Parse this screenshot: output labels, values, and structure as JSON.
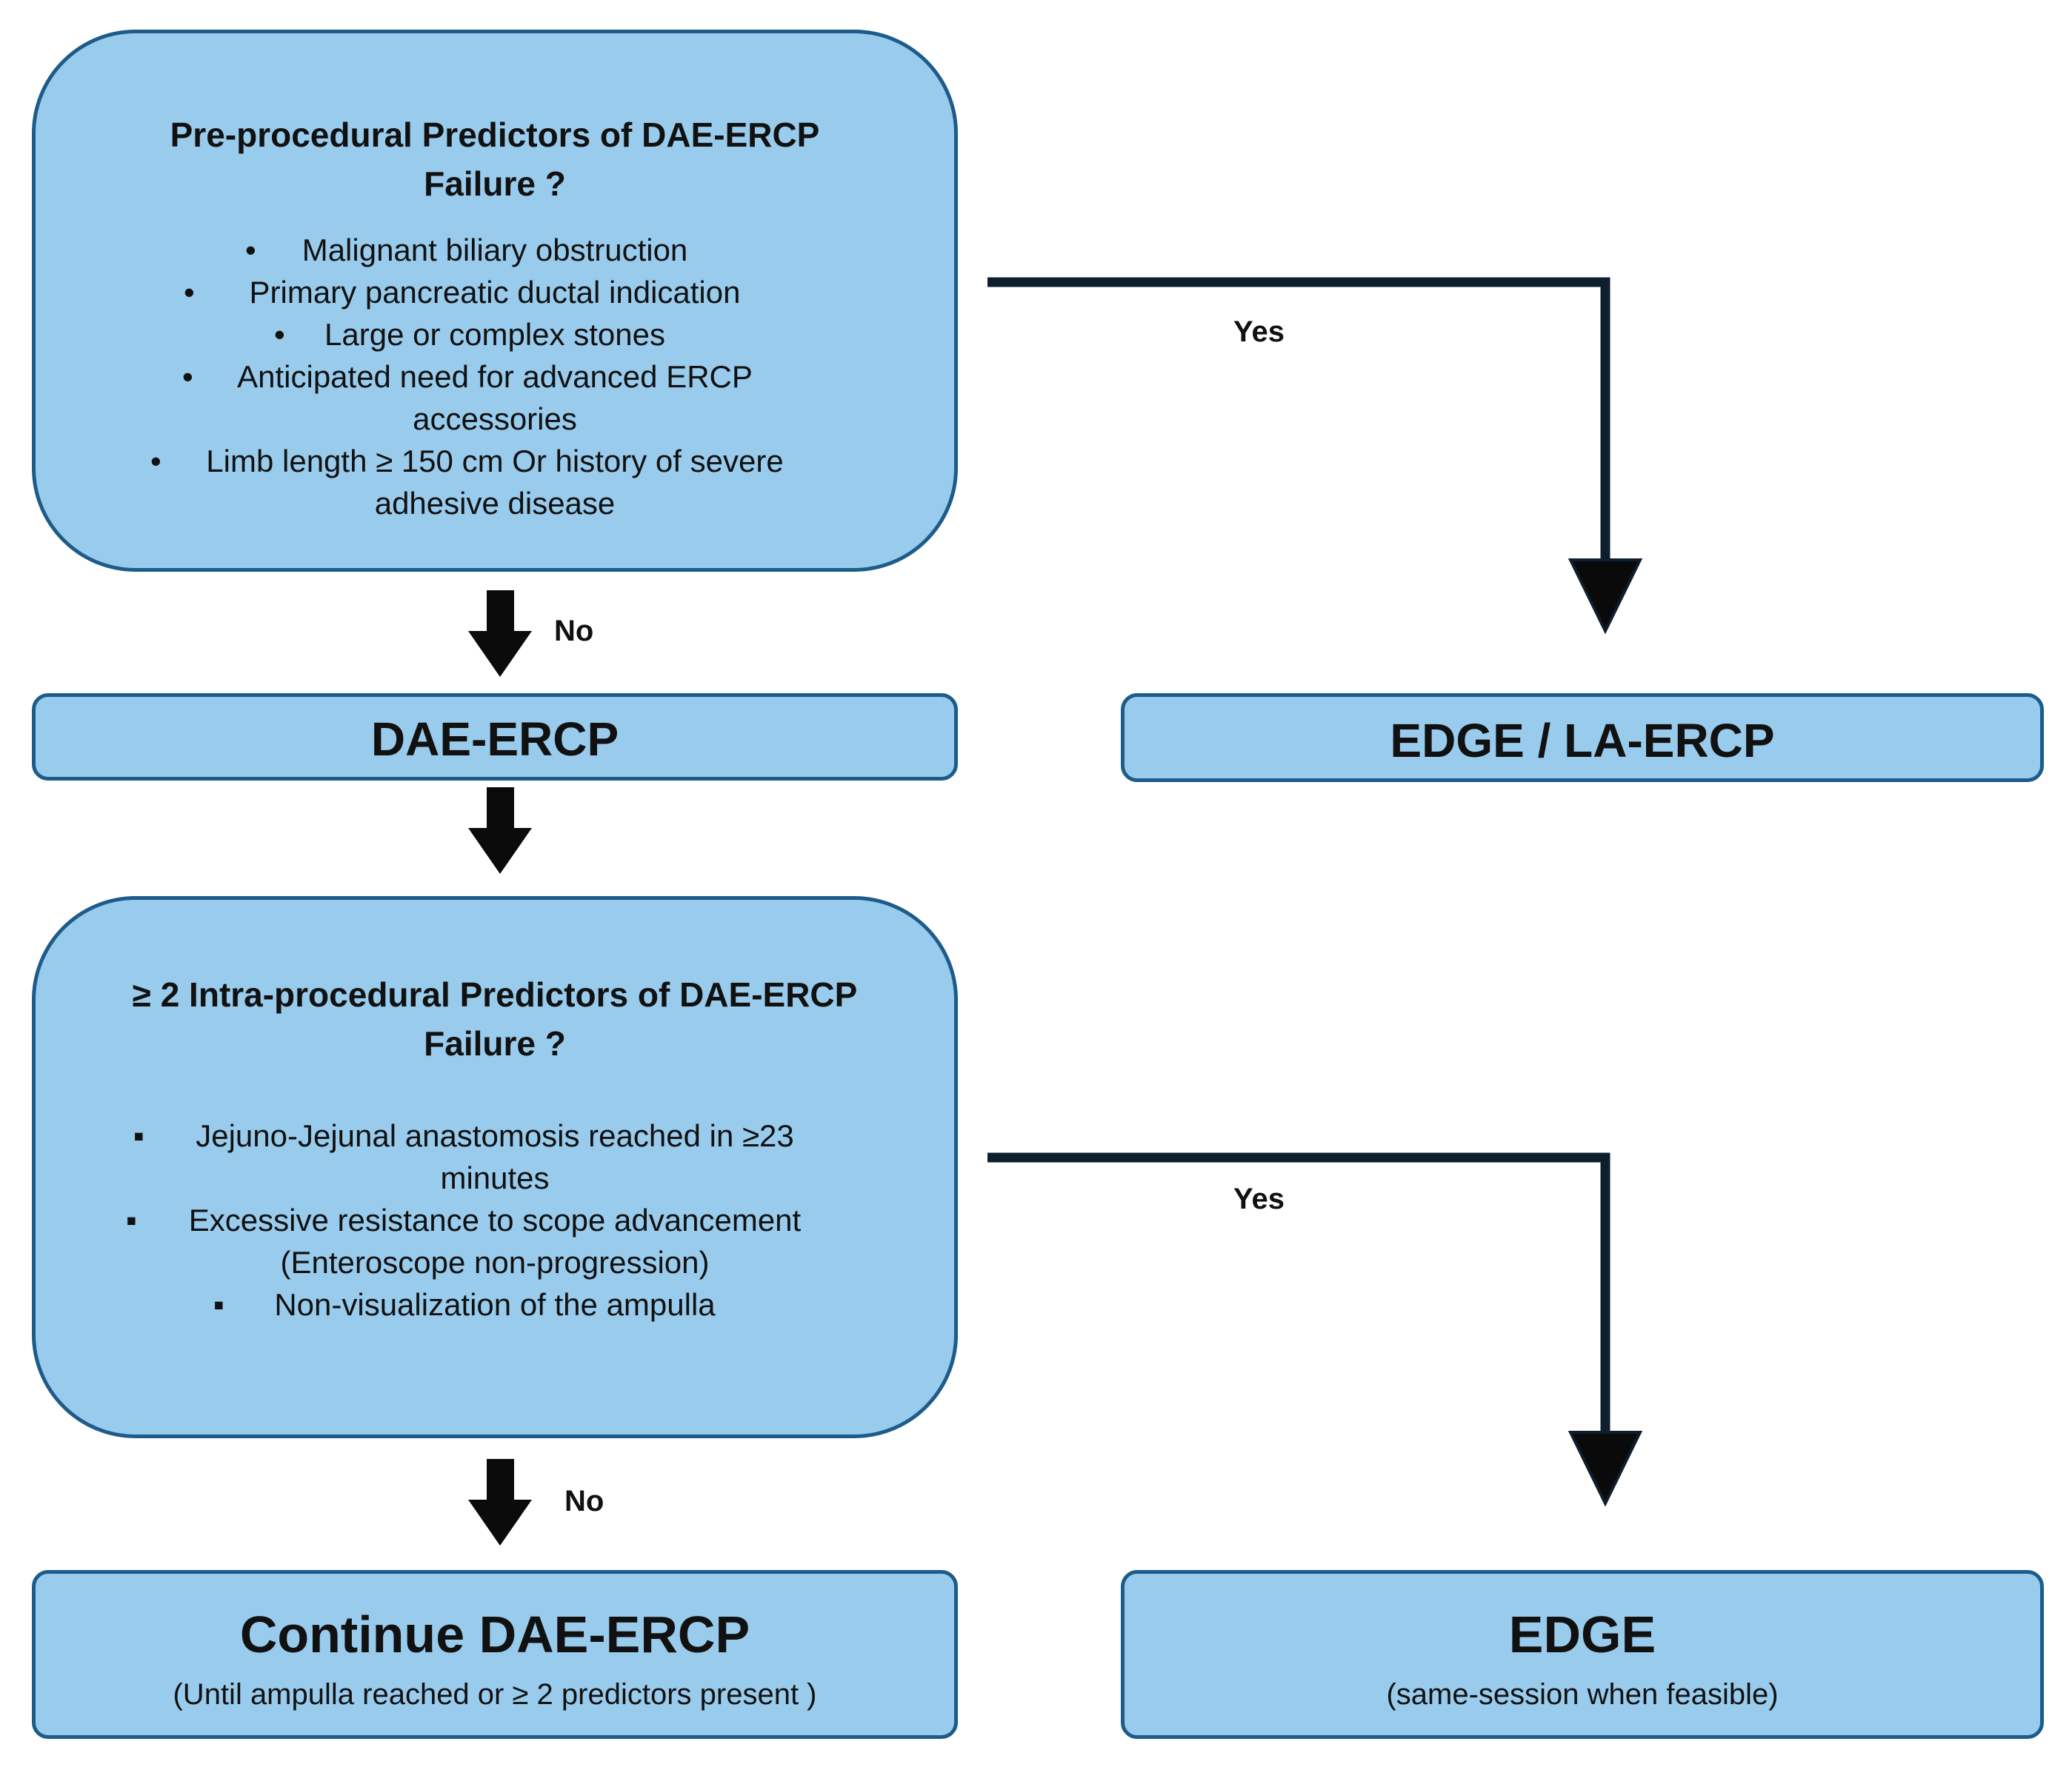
{
  "pre_box": {
    "title_line1": "Pre-procedural Predictors of DAE-ERCP",
    "title_line2": "Failure ?",
    "items": [
      {
        "lines": [
          "Malignant biliary obstruction"
        ]
      },
      {
        "lines": [
          "Primary pancreatic ductal indication"
        ]
      },
      {
        "lines": [
          "Large or complex stones"
        ]
      },
      {
        "lines": [
          "Anticipated need for advanced ERCP",
          "accessories"
        ]
      },
      {
        "lines": [
          "Limb length ≥ 150 cm Or history of severe",
          "adhesive disease"
        ]
      }
    ]
  },
  "dae_box": {
    "label": "DAE-ERCP"
  },
  "edge_la_box": {
    "label": "EDGE / LA-ERCP"
  },
  "intra_box": {
    "title_line1": "≥ 2 Intra-procedural Predictors of DAE-ERCP",
    "title_line2": "Failure ?",
    "items": [
      {
        "lines": [
          "Jejuno-Jejunal anastomosis reached in ≥23",
          "minutes"
        ]
      },
      {
        "lines": [
          "Excessive resistance to scope advancement",
          "(Enteroscope non-progression)"
        ]
      },
      {
        "lines": [
          "Non-visualization of the ampulla"
        ]
      }
    ]
  },
  "continue_box": {
    "label": "Continue DAE-ERCP",
    "sublabel": "(Until ampulla reached or ≥ 2 predictors present )"
  },
  "edge_box": {
    "label": "EDGE",
    "sublabel": "(same-session when feasible)"
  },
  "edges": {
    "yes_1": "Yes",
    "no_1": "No",
    "yes_2": "Yes",
    "no_2": "No"
  },
  "colors": {
    "box_fill": "#99cbec",
    "box_border": "#1d5b8a",
    "connector": "#0f1e2c"
  }
}
